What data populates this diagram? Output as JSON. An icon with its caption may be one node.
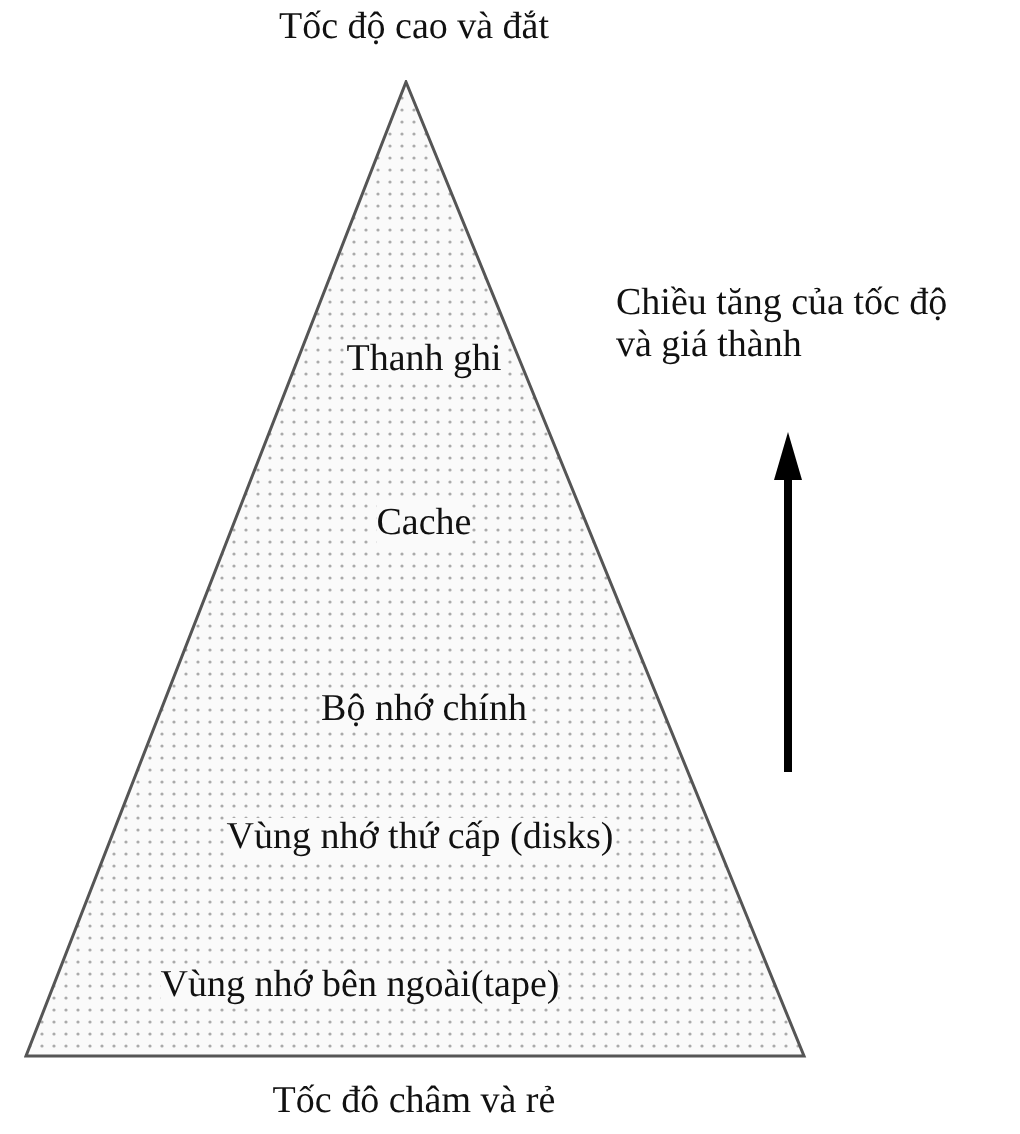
{
  "diagram": {
    "nodes": [
      {
        "text": [
          "Thanh ghi",
          "Cache",
          "Bộ nhớ chính",
          "Vùng nhớ thứ cấp (disks)",
          "Vùng nhớ bên ngoài(tape)"
        ]
      }
    ],
    "labels": [
      "Tốc độ cao và đắt",
      "Chiều tăng của tốc độ và giá thành",
      "Tốc đô châm và rẻ"
    ]
  }
}
